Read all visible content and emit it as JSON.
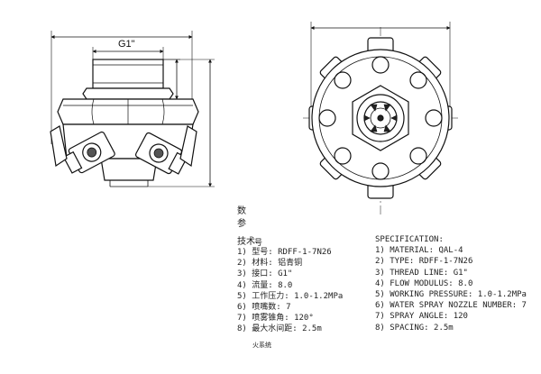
{
  "front_view": {
    "dimension_label": "G1\""
  },
  "chinese_spec": {
    "heading_1": "数",
    "heading_2": "参",
    "intro": "技术",
    "intro_overlap": "号",
    "lines": [
      "1) 型号: RDFF-1-7N26",
      "2) 材料: 铝青铜",
      "3) 接口: G1\"",
      "4) 流量: 8.0",
      "5) 工作压力: 1.0-1.2MPa",
      "6) 喷嘴数: 7",
      "7) 喷雾锥角: 120°",
      "8) 最大水间距: 2.5m"
    ],
    "footnote": "火系统"
  },
  "english_spec": {
    "title": "SPECIFICATION:",
    "lines": [
      "1) MATERIAL: QAL-4",
      "2) TYPE: RDFF-1-7N26",
      "3) THREAD LINE: G1\"",
      "4) FLOW MODULUS: 8.0",
      "5) WORKING PRESSURE: 1.0-1.2MPa",
      "6) WATER SPRAY NOZZLE NUMBER: 7",
      "7) SPRAY ANGLE: 120",
      "8) SPACING: 2.5m"
    ]
  }
}
